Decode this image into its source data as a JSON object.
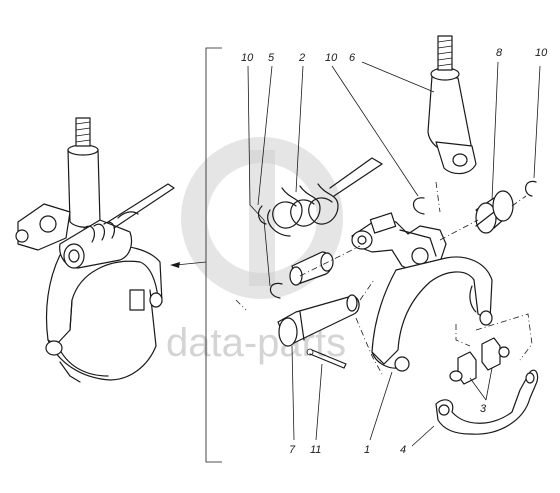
{
  "watermark": {
    "text": "data-parts"
  },
  "callouts": [
    {
      "id": "10a",
      "label": "10"
    },
    {
      "id": "5",
      "label": "5"
    },
    {
      "id": "2",
      "label": "2"
    },
    {
      "id": "10b",
      "label": "10"
    },
    {
      "id": "6",
      "label": "6"
    },
    {
      "id": "8",
      "label": "8"
    },
    {
      "id": "10c",
      "label": "10"
    },
    {
      "id": "7",
      "label": "7"
    },
    {
      "id": "11",
      "label": "11"
    },
    {
      "id": "1",
      "label": "1"
    },
    {
      "id": "4",
      "label": "4"
    },
    {
      "id": "3",
      "label": "3"
    }
  ]
}
